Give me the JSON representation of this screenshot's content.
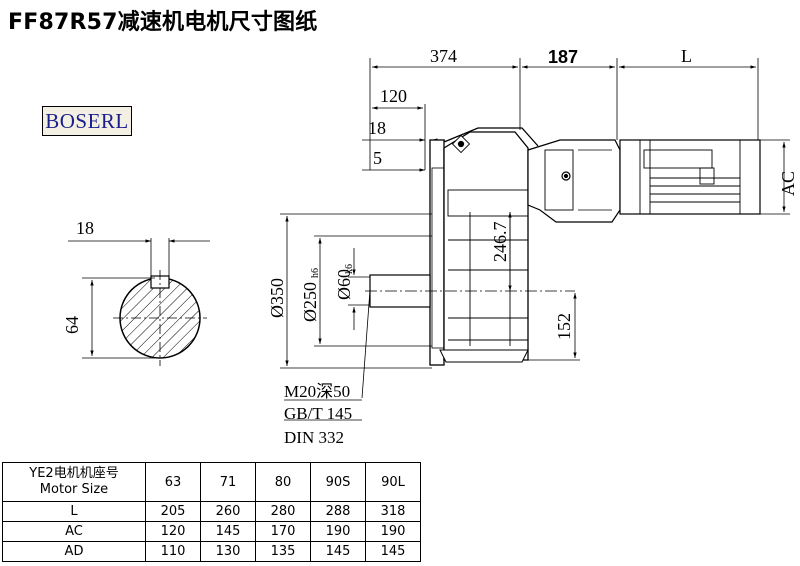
{
  "title": "FF87R57减速机电机尺寸图纸",
  "logo": "BOSERL",
  "dimensions": {
    "top_374": "374",
    "top_187": "187",
    "top_L": "L",
    "d120": "120",
    "d18_top": "18",
    "d5": "5",
    "AC": "AC",
    "d246_7": "246.7",
    "d152": "152",
    "d350": "Ø350",
    "d250": "Ø250",
    "d250_tol": "h6",
    "d60": "Ø60",
    "d60_tol": "k6",
    "key_18": "18",
    "shaft_64": "64"
  },
  "notes": [
    "M20深50",
    "GB/T 145",
    "DIN 332"
  ],
  "table": {
    "header_line1": "YE2电机机座号",
    "header_line2": "Motor Size",
    "sizes": [
      "63",
      "71",
      "80",
      "90S",
      "90L"
    ],
    "rows": [
      {
        "label": "L",
        "values": [
          "205",
          "260",
          "280",
          "288",
          "318"
        ]
      },
      {
        "label": "AC",
        "values": [
          "120",
          "145",
          "170",
          "190",
          "190"
        ]
      },
      {
        "label": "AD",
        "values": [
          "110",
          "130",
          "135",
          "145",
          "145"
        ]
      }
    ]
  }
}
